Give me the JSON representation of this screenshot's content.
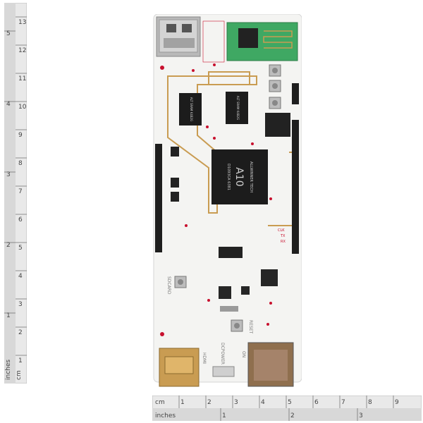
{
  "vertical_ruler": {
    "cm_label": "cm",
    "inches_label": "inches",
    "cm_marks": [
      "1",
      "2",
      "3",
      "4",
      "5",
      "6",
      "7",
      "8",
      "9",
      "10",
      "11",
      "12",
      "13"
    ],
    "inch_marks": [
      "1",
      "2",
      "3",
      "4",
      "5"
    ]
  },
  "horizontal_ruler": {
    "cm_label": "cm",
    "inches_label": "inches",
    "cm_marks": [
      "1",
      "2",
      "3",
      "4",
      "5",
      "6",
      "7",
      "8",
      "9"
    ],
    "inch_marks": [
      "1",
      "2",
      "3"
    ]
  },
  "board": {
    "soc_brand": "ALLWINNER TECH",
    "soc_name": "A10",
    "soc_code": "D1093CA 6381",
    "ram_label_1": "ALT SRAM K4B2G",
    "ram_label_2": "ALT SRAM K4B2G",
    "pins_labels": [
      "CLK",
      "TX",
      "RX"
    ],
    "silk_hdmi": "HDMI",
    "silk_dcpower": "DCPOWER",
    "silk_reset": "RESET",
    "silk_sdcard": "SDCARD",
    "silk_on": "ON",
    "colors": {
      "pcb": "#f4f4f2",
      "silk": "#c8102e",
      "gold": "#c99c52",
      "chip": "#1c1c1c",
      "rf": "#3fa863"
    }
  }
}
